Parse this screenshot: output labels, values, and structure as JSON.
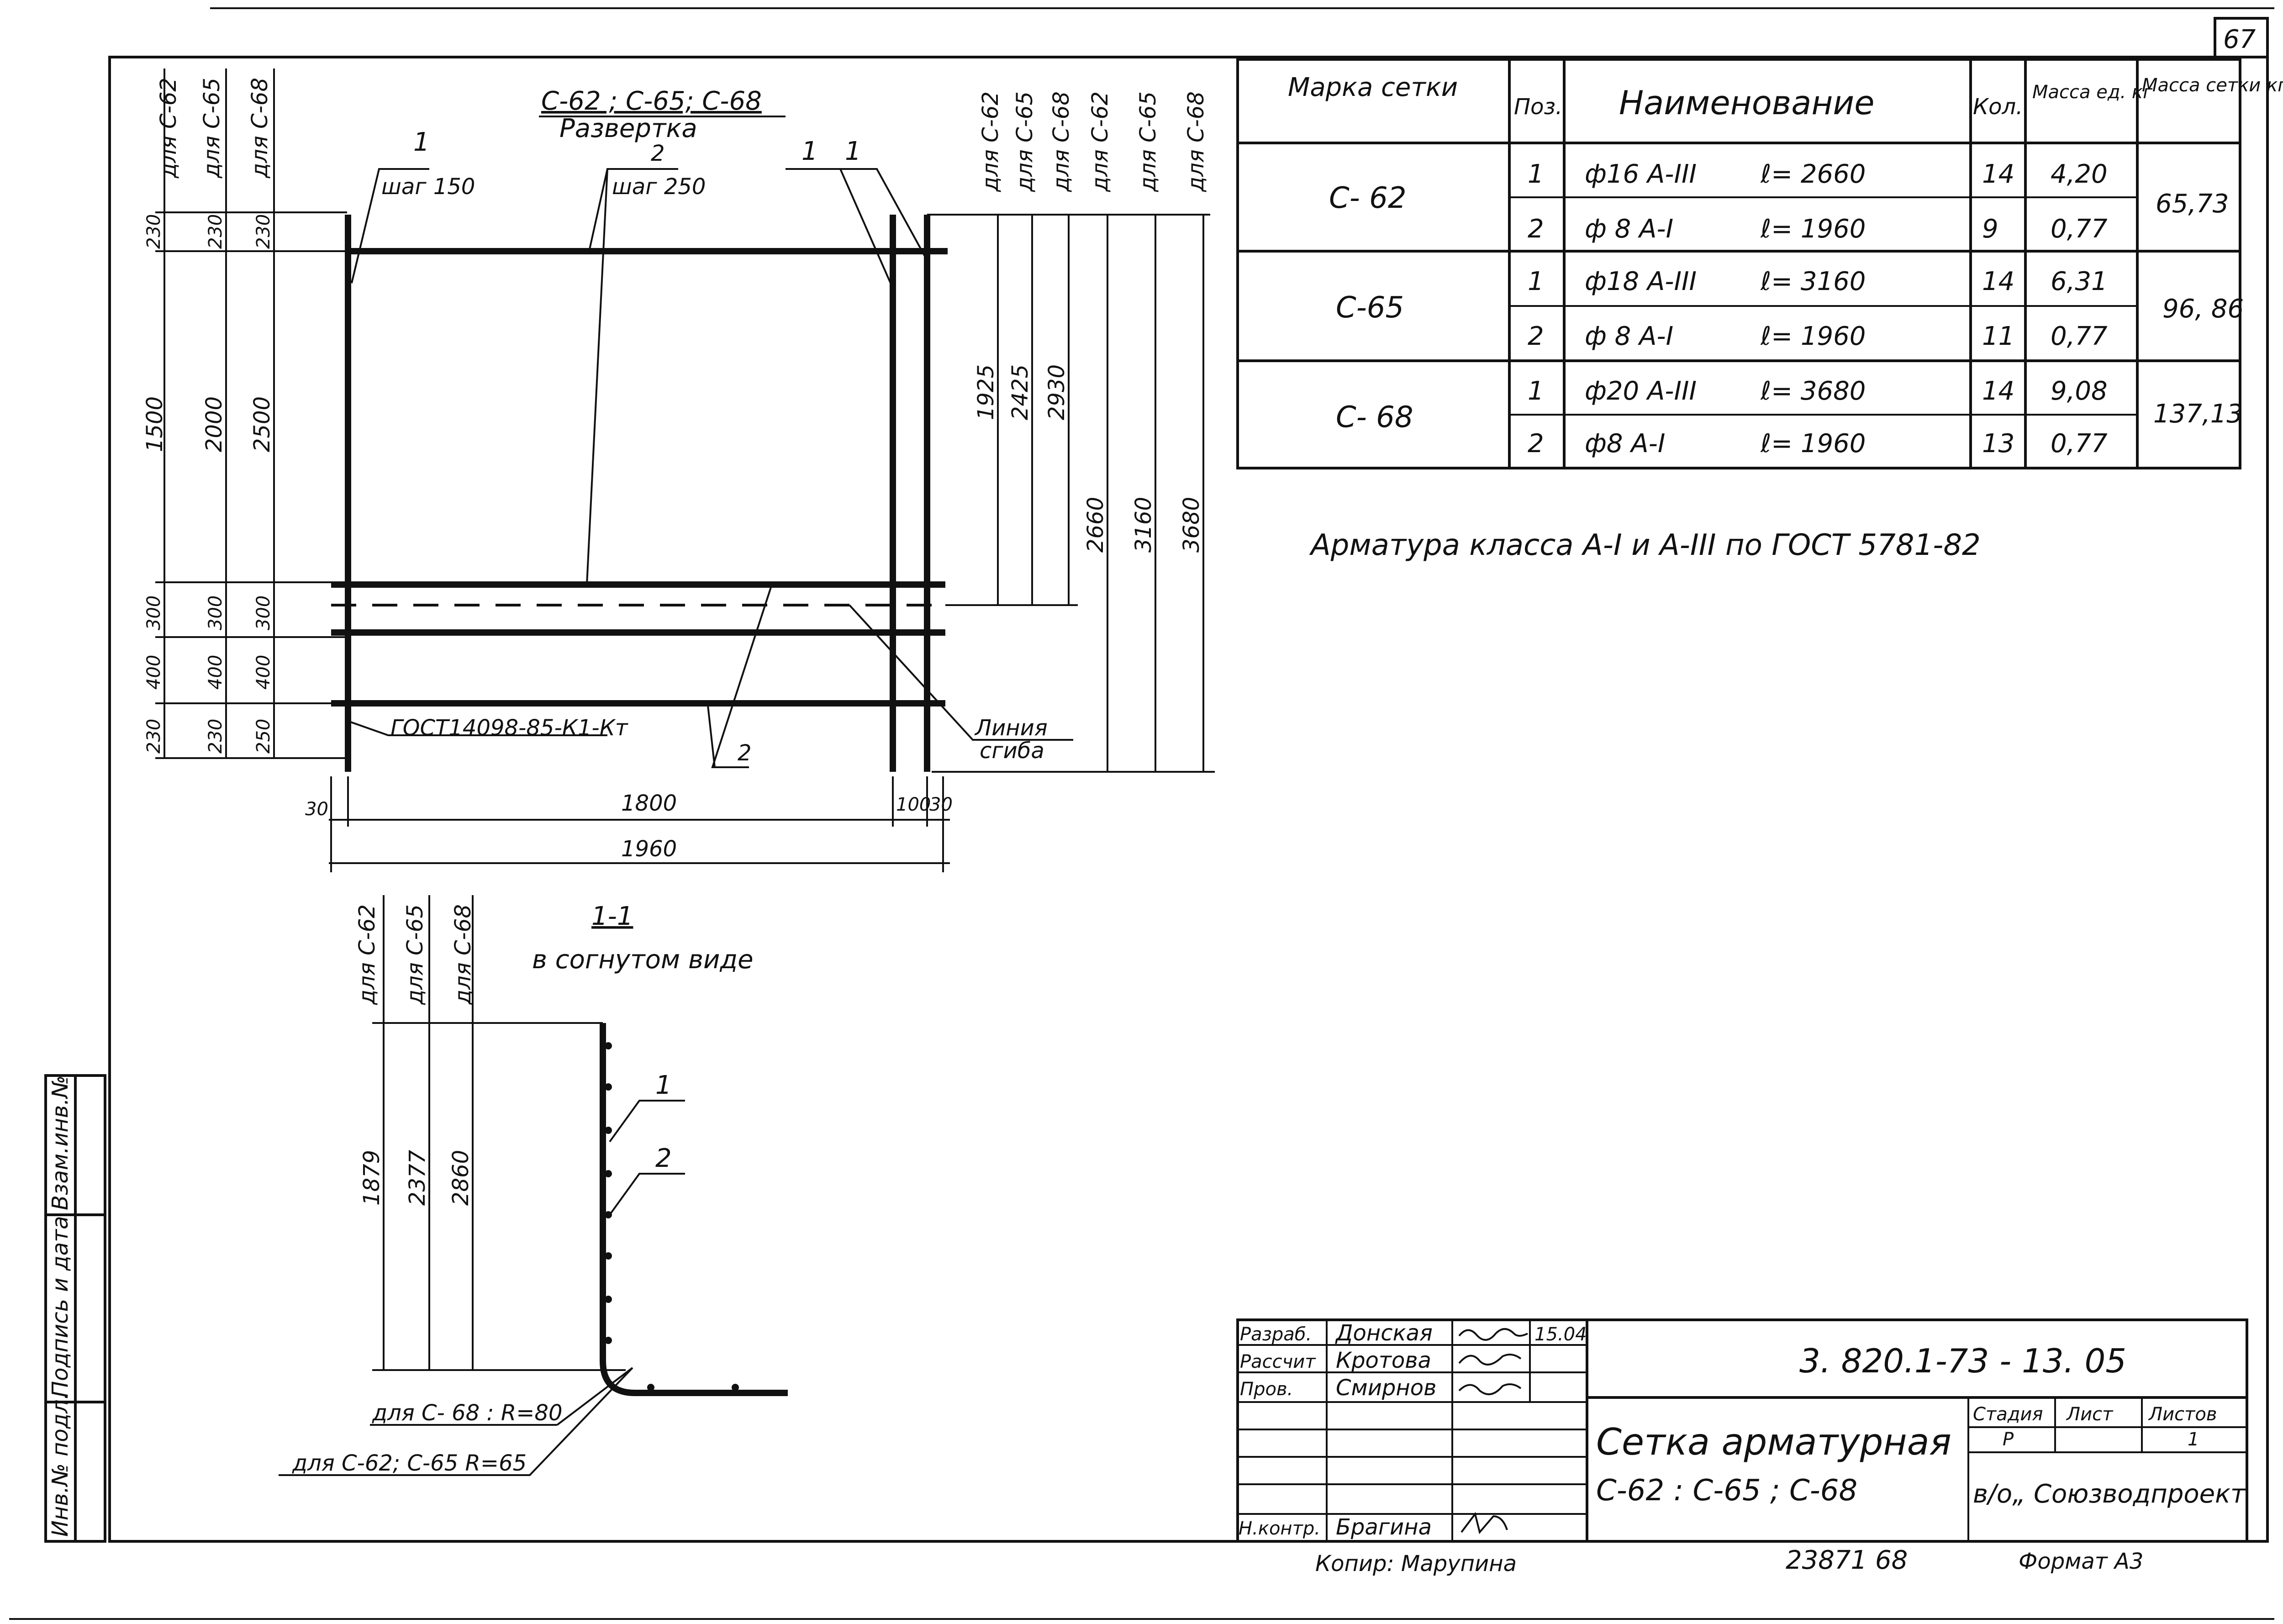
{
  "sheet": {
    "page_number": "67"
  },
  "unfold_view": {
    "title": "C-62 ; C-65; C-68",
    "subtitle": "Развертка",
    "pos1_label": "1",
    "pos1_step": "шаг 150",
    "pos2_label": "2",
    "pos2_step": "шаг 250",
    "pos1_right_a": "1",
    "pos1_right_b": "1",
    "pos2_bottom": "2",
    "gost_note": "ГОСТ14098-85-К1-Кт",
    "bend_line_1": "Линия",
    "bend_line_2": "сгиба",
    "left_headers": [
      "для C-62",
      "для C-65",
      "для C-68"
    ],
    "right_headers": [
      "для C-62",
      "для C-65",
      "для C-68",
      "для C-62",
      "для C-65",
      "для C-68"
    ],
    "left_dims": {
      "row1": [
        "230",
        "230",
        "230"
      ],
      "row2": [
        "1500",
        "2000",
        "2500"
      ],
      "row3": [
        "300",
        "300",
        "300"
      ],
      "row4": [
        "400",
        "400",
        "400"
      ],
      "row5": [
        "230",
        "230",
        "250"
      ]
    },
    "right_dims_inner": [
      "1925",
      "2425",
      "2930"
    ],
    "right_dims_outer": [
      "2660",
      "3160",
      "3680"
    ],
    "bottom_dims": {
      "left_offset": "30",
      "span": "1800",
      "right_a": "100",
      "right_b": "30",
      "total": "1960"
    }
  },
  "section_view": {
    "title": "1-1",
    "subtitle": "в согнутом виде",
    "headers": [
      "для C-62",
      "для C-65",
      "для C-68"
    ],
    "dims": [
      "1879",
      "2377",
      "2860"
    ],
    "pos1_label": "1",
    "pos2_label": "2",
    "radius_note_1": "для С- 68 : R=80",
    "radius_note_2": "для С-62; С-65 R=65"
  },
  "spec_table": {
    "headers": {
      "mark": "Марка сетки",
      "pos": "Поз.",
      "name": "Наименование",
      "qty": "Кол.",
      "unit_mass": "Масса ед. кг",
      "net_mass": "Масса сетки кг"
    },
    "groups": [
      {
        "mark": "С- 62",
        "net_mass": "65,73",
        "rows": [
          {
            "pos": "1",
            "name": "ф16  A-III",
            "length": "ℓ= 2660",
            "qty": "14",
            "unit_mass": "4,20"
          },
          {
            "pos": "2",
            "name": "ф 8  A-I",
            "length": "ℓ= 1960",
            "qty": "9",
            "unit_mass": "0,77"
          }
        ]
      },
      {
        "mark": "С-65",
        "net_mass": "96, 86",
        "rows": [
          {
            "pos": "1",
            "name": "ф18  A-III",
            "length": "ℓ= 3160",
            "qty": "14",
            "unit_mass": "6,31"
          },
          {
            "pos": "2",
            "name": "ф 8  A-I",
            "length": "ℓ= 1960",
            "qty": "11",
            "unit_mass": "0,77"
          }
        ]
      },
      {
        "mark": "С- 68",
        "net_mass": "137,13",
        "rows": [
          {
            "pos": "1",
            "name": "ф20  A-III",
            "length": "ℓ= 3680",
            "qty": "14",
            "unit_mass": "9,08"
          },
          {
            "pos": "2",
            "name": "ф8  A-I",
            "length": "ℓ= 1960",
            "qty": "13",
            "unit_mass": "0,77"
          }
        ]
      }
    ]
  },
  "note": "Арматура  класса  A-I и A-III  по ГОСТ 5781-82",
  "title_block": {
    "roles": [
      "Разраб.",
      "Рассчит",
      "Пров.",
      "",
      "",
      "",
      "Н.контр."
    ],
    "names": [
      "Донская",
      "Кротова",
      "Смирнов",
      "",
      "",
      "",
      "Брагина"
    ],
    "date": "15.04",
    "doc_code": "3. 820.1-73   - 13. 05",
    "sheet_title_1": "Сетка арматурная",
    "sheet_title_2": "С-62 : С-65 ; С-68",
    "stage_header": "Стадия",
    "sheet_header": "Лист",
    "sheets_header": "Листов",
    "stage": "Р",
    "sheet_no": "",
    "sheets_total": "1",
    "org": "в/о„ Союзводпроект",
    "copied_by": "Копир: Марупина",
    "archive_no": "23871   68",
    "format": "Формат А3"
  },
  "side_stamp": {
    "inv_orig": "Инв.№ подл.",
    "sign_date": "Подпись и дата",
    "inv_repl": "Взам.инв.№"
  }
}
